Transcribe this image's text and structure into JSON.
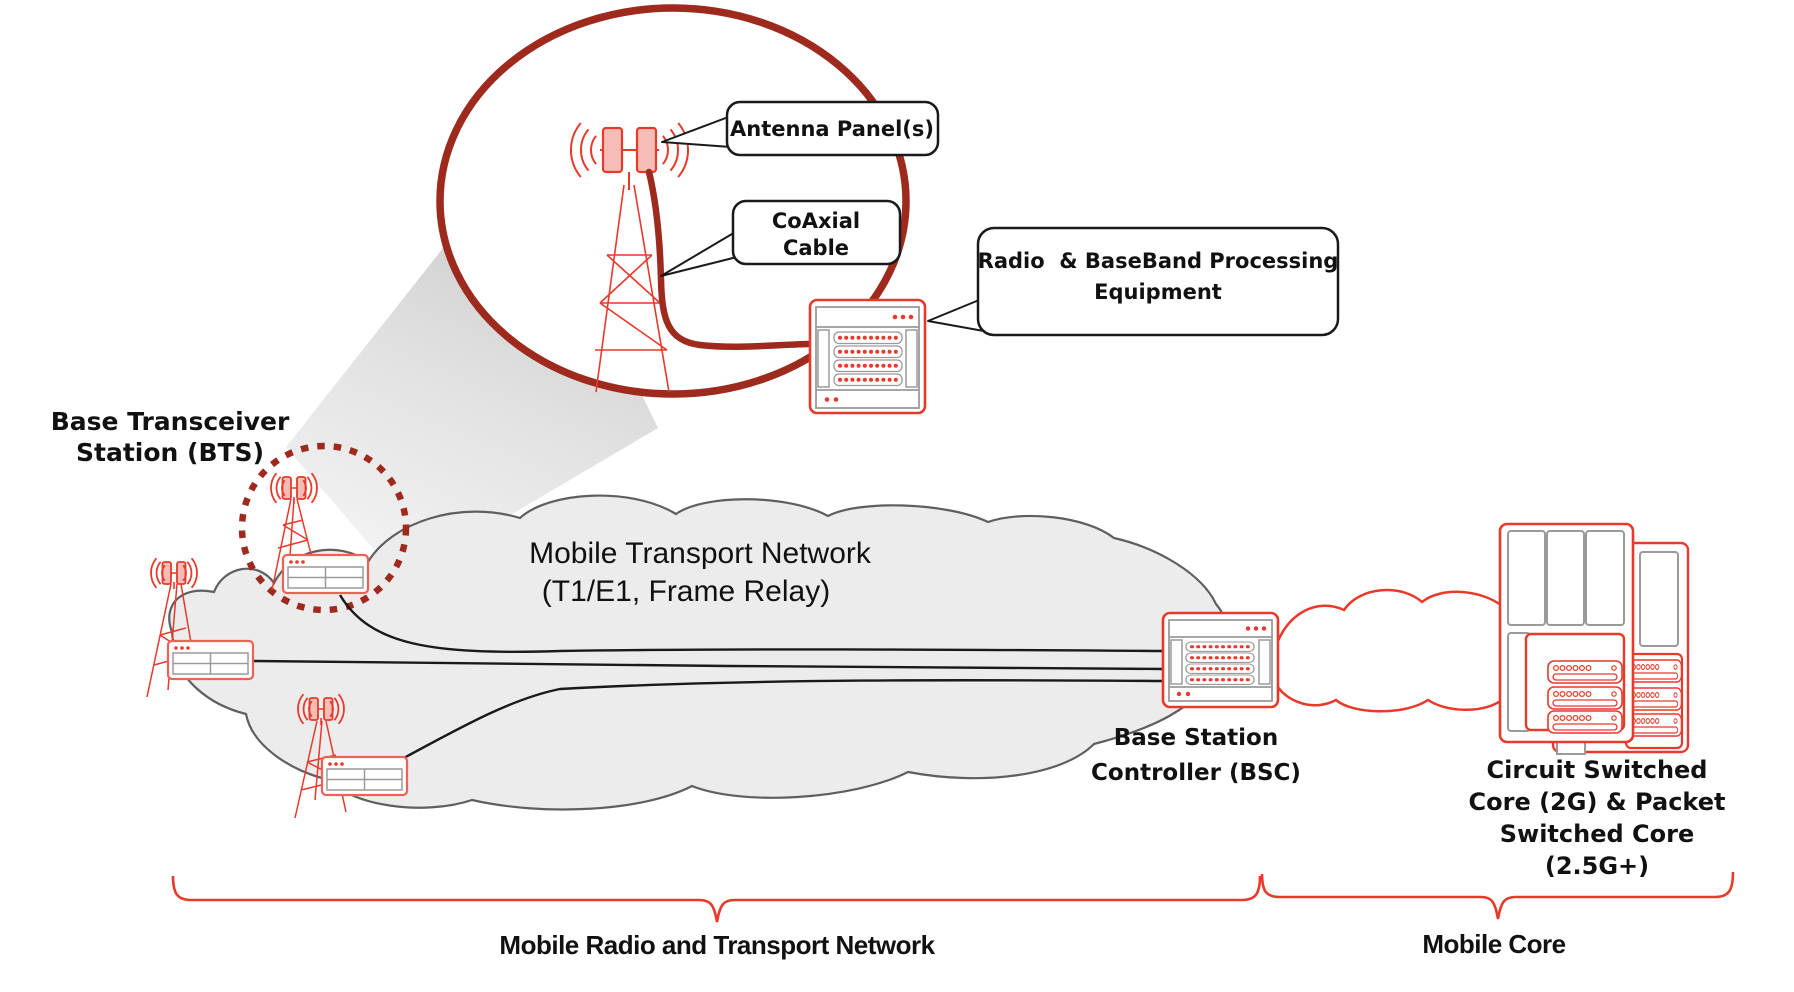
{
  "labels": {
    "bts": {
      "line1": "Base Transceiver",
      "line2": "Station (BTS)"
    },
    "callouts": {
      "antenna": "Antenna Panel(s)",
      "coax_line1": "CoAxial",
      "coax_line2": "Cable",
      "radio_line1": "Radio  & BaseBand Processing",
      "radio_line2": "Equipment"
    },
    "cloud": {
      "line1": "Mobile Transport Network",
      "line2": "(T1/E1, Frame Relay)"
    },
    "bsc": {
      "line1": "Base Station",
      "line2": "Controller (BSC)"
    },
    "core": {
      "line1": "Circuit Switched",
      "line2": "Core (2G) & Packet",
      "line3": "Switched Core",
      "line4": "(2.5G+)"
    },
    "braces": {
      "left": "Mobile Radio and Transport Network",
      "right": "Mobile Core"
    }
  },
  "colors": {
    "dark_red": "#9E2A1E",
    "red": "#E8392B",
    "salmon": "#ED6156",
    "panel_pink": "#F6BCB6",
    "cloud_fill": "#ECECEC",
    "cloud_stroke": "#5F5F5F",
    "equipment_gray": "#9A9A9A",
    "text": "#111111"
  }
}
